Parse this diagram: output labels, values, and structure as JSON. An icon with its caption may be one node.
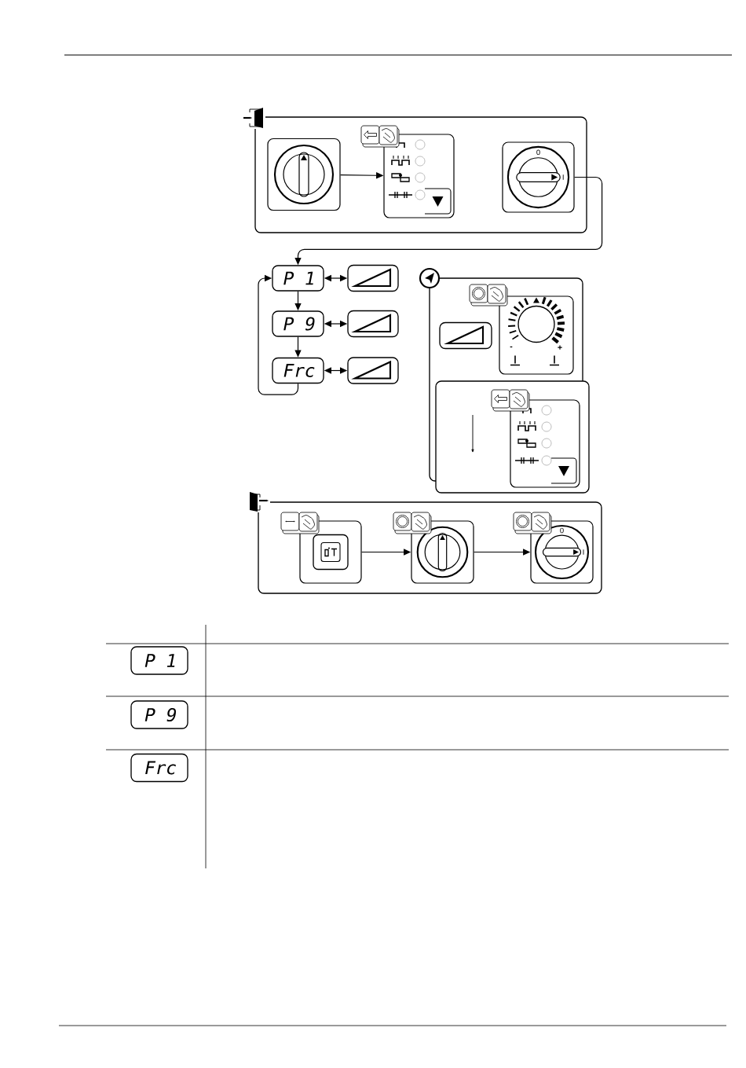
{
  "diagram": {
    "nodes": [
      {
        "text": [],
        "shape": "box"
      },
      {
        "text": [],
        "shape": "box",
        "in": 0
      },
      {
        "text": [],
        "shape": "box",
        "in": 0
      },
      {
        "text": [
          "0",
          "I"
        ],
        "in": 0
      },
      {
        "text": [
          "P 1"
        ]
      },
      {
        "text": [
          "P 9"
        ]
      },
      {
        "text": [
          "Frc"
        ]
      },
      {
        "text": [],
        "shape": "box"
      },
      {
        "text": [],
        "shape": "box"
      },
      {
        "text": [],
        "shape": "box"
      },
      {
        "text": [],
        "shape": "box"
      },
      {
        "text": [],
        "shape": "box",
        "in": 10
      },
      {
        "text": [
          "-",
          "+"
        ],
        "in": 10
      },
      {
        "text": [],
        "shape": "box"
      },
      {
        "text": [],
        "shape": "box",
        "in": 13
      },
      {
        "text": [],
        "shape": "box"
      },
      {
        "text": [],
        "shape": "box",
        "in": 15
      },
      {
        "text": [],
        "shape": "box",
        "in": 15
      },
      {
        "text": [
          "0",
          "I"
        ],
        "in": 15
      },
      {
        "text": [
          "P 1"
        ]
      },
      {
        "text": [
          "P 9"
        ]
      },
      {
        "text": [
          "Frc"
        ]
      }
    ],
    "edges": [
      {
        "from": 1,
        "to": 2,
        "arrow": "to"
      },
      {
        "from": 3,
        "to": 4,
        "arrow": "to"
      },
      {
        "from": 4,
        "to": 5,
        "arrow": "to"
      },
      {
        "from": 5,
        "to": 6,
        "arrow": "to"
      },
      {
        "from": 6,
        "to": 4,
        "arrow": "to"
      },
      {
        "from": 4,
        "to": 7,
        "arrow": "both"
      },
      {
        "from": 5,
        "to": 8,
        "arrow": "both"
      },
      {
        "from": 6,
        "to": 9,
        "arrow": "both"
      },
      {
        "from": 16,
        "to": 17,
        "arrow": "to"
      },
      {
        "from": 17,
        "to": 18,
        "arrow": "to"
      }
    ]
  }
}
